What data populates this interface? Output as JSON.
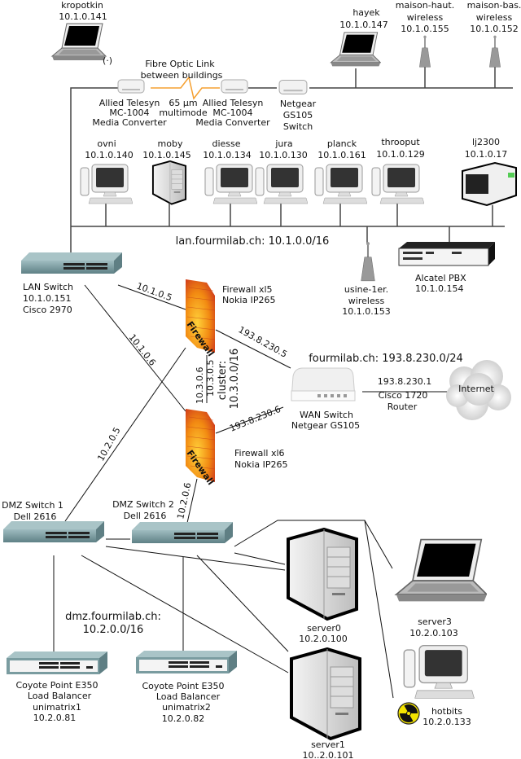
{
  "colors": {
    "fiber": "#f5a030",
    "firewall": "#f28a12",
    "internet_text": "#c0143c",
    "switch": "#6f9297",
    "radiation": "#f3e300"
  },
  "fiber": {
    "title": [
      "Fibre Optic Link",
      "between buildings"
    ],
    "medium": [
      "65 µm",
      "multimode"
    ]
  },
  "nodes": {
    "kropotkin": [
      "kropotkin",
      "10.1.0.141"
    ],
    "hayek": [
      "hayek",
      "10.1.0.147"
    ],
    "maison_haut": [
      "maison-haut.",
      "wireless",
      "10.1.0.155"
    ],
    "maison_bas": [
      "maison-bas.",
      "wireless",
      "10.1.0.152"
    ],
    "media_converter_1": [
      "Allied Telesyn",
      "MC-1004",
      "Media Converter"
    ],
    "media_converter_2": [
      "Allied Telesyn",
      "MC-1004",
      "Media Converter"
    ],
    "netgear_switch": [
      "Netgear",
      "GS105",
      "Switch"
    ],
    "ovni": [
      "ovni",
      "10.1.0.140"
    ],
    "moby": [
      "moby",
      "10.1.0.145"
    ],
    "diesse": [
      "diesse",
      "10.1.0.134"
    ],
    "jura": [
      "jura",
      "10.1.0.130"
    ],
    "planck": [
      "planck",
      "10.1.0.161"
    ],
    "throoput": [
      "throoput",
      "10.1.0.129"
    ],
    "lj2300": [
      "lj2300",
      "10.1.0.17"
    ],
    "lan_switch": [
      "LAN Switch",
      "10.1.0.151",
      "Cisco 2970"
    ],
    "usine": [
      "usine-1er.",
      "wireless",
      "10.1.0.153"
    ],
    "pbx": [
      "Alcatel PBX",
      "10.1.0.154"
    ],
    "firewall_xl5": [
      "Firewall xl5",
      "Nokia IP265"
    ],
    "firewall_xl6": [
      "Firewall xl6",
      "Nokia IP265"
    ],
    "wan_switch": [
      "WAN Switch",
      "Netgear GS105"
    ],
    "router": [
      "193.8.230.1",
      "Cisco 1720",
      "Router"
    ],
    "dmz_switch_1": [
      "DMZ Switch 1",
      "Dell 2616"
    ],
    "dmz_switch_2": [
      "DMZ Switch 2",
      "Dell 2616"
    ],
    "server0": [
      "server0",
      "10.2.0.100"
    ],
    "server1": [
      "server1",
      "10..2.0.101"
    ],
    "server3": [
      "server3",
      "10.2.0.103"
    ],
    "hotbits": [
      "hotbits",
      "10.2.0.133"
    ],
    "lb1": [
      "Coyote Point E350",
      "Load Balancer",
      "unimatrix1",
      "10.2.0.81"
    ],
    "lb2": [
      "Coyote Point E350",
      "Load Balancer",
      "unimatrix2",
      "10.2.0.82"
    ]
  },
  "firewall_badge": "Firewall",
  "internet_label": "Internet",
  "networks": {
    "lan": "lan.fourmilab.ch: 10.1.0.0/16",
    "wan": "fourmilab.ch: 193.8.230.0/24",
    "dmz": [
      "dmz.fourmilab.ch:",
      "10.2.0.0/16"
    ],
    "cluster": [
      "cluster:",
      "10.3.0.0/16"
    ]
  },
  "links": {
    "lan_fw5": "10.1.0.5",
    "lan_fw6": "10.1.0.6",
    "dmz_fw5": "10.2.0.5",
    "dmz_fw6": "10.2.0.6",
    "wan_fw5": "193.8.230.5",
    "wan_fw6": "193.8.230.6",
    "cluster_fw6": "10.3.0.6",
    "cluster_fw5": "10.3.0.5"
  }
}
